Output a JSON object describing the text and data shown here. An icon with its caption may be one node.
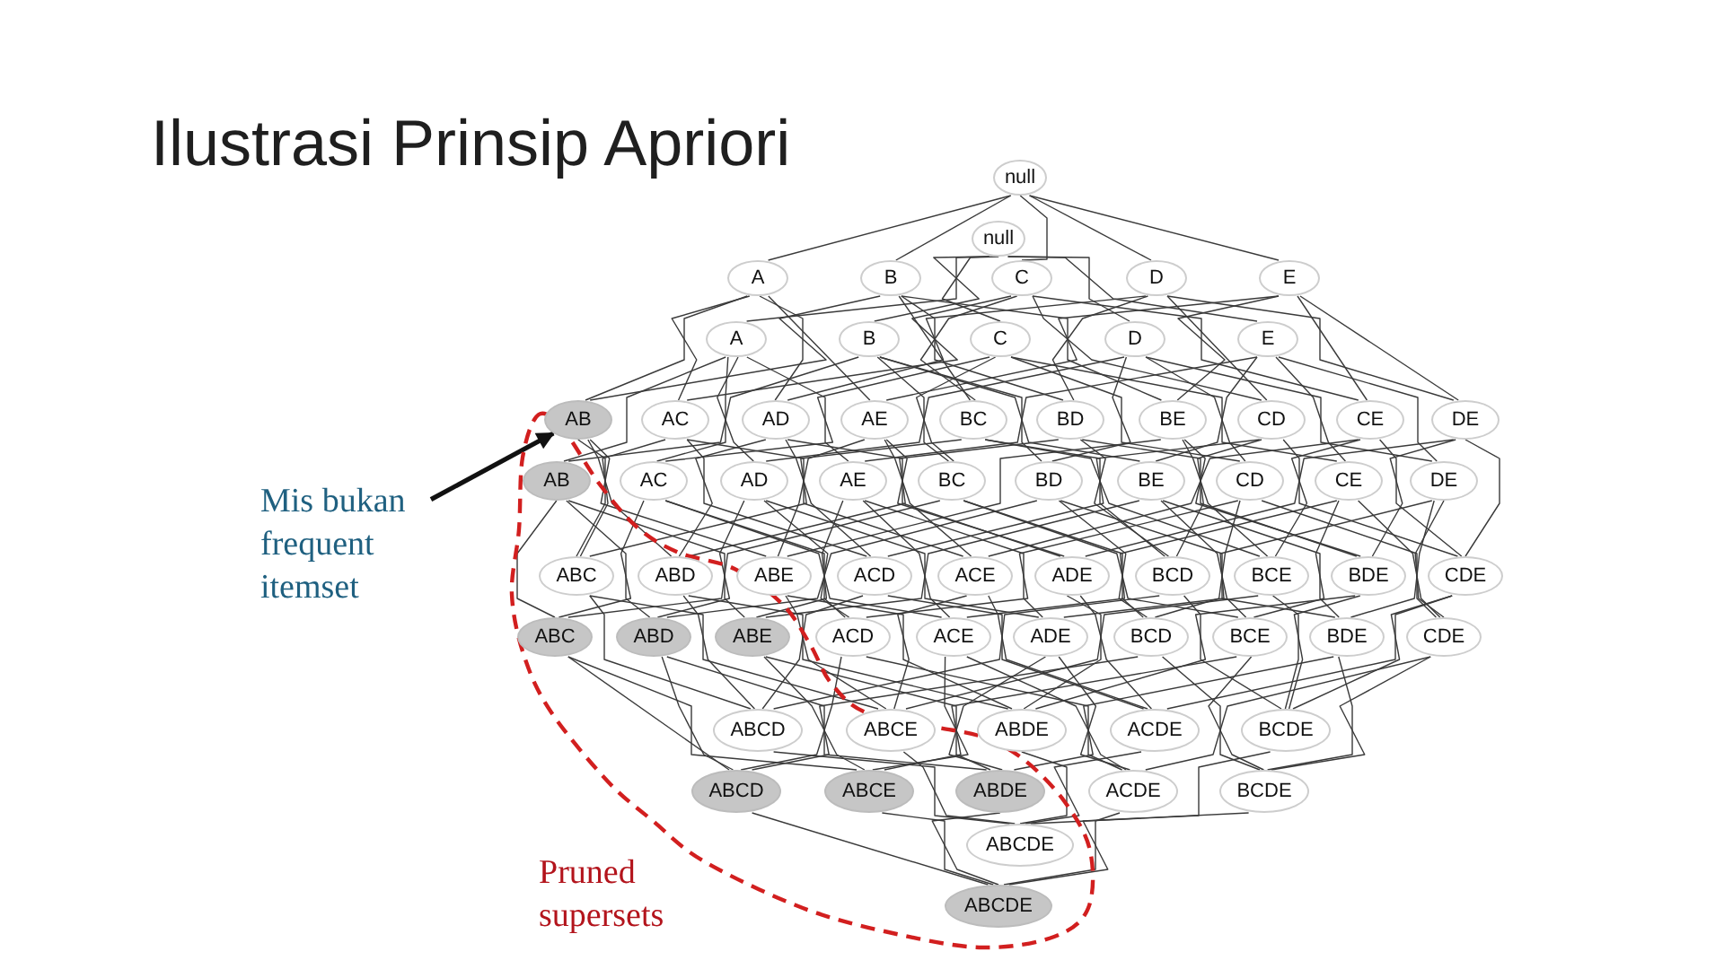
{
  "diagram": {
    "title": "Ilustrasi Prinsip Apriori",
    "nodes": [
      {
        "text": [
          "null"
        ]
      },
      {
        "text": [
          "A"
        ]
      },
      {
        "text": [
          "B"
        ]
      },
      {
        "text": [
          "C"
        ]
      },
      {
        "text": [
          "D"
        ]
      },
      {
        "text": [
          "E"
        ]
      },
      {
        "text": [
          "AB"
        ]
      },
      {
        "text": [
          "AC"
        ]
      },
      {
        "text": [
          "AD"
        ]
      },
      {
        "text": [
          "AE"
        ]
      },
      {
        "text": [
          "BC"
        ]
      },
      {
        "text": [
          "BD"
        ]
      },
      {
        "text": [
          "BE"
        ]
      },
      {
        "text": [
          "CD"
        ]
      },
      {
        "text": [
          "CE"
        ]
      },
      {
        "text": [
          "DE"
        ]
      },
      {
        "text": [
          "ABC"
        ]
      },
      {
        "text": [
          "ABD"
        ]
      },
      {
        "text": [
          "ABE"
        ]
      },
      {
        "text": [
          "ACD"
        ]
      },
      {
        "text": [
          "ACE"
        ]
      },
      {
        "text": [
          "ADE"
        ]
      },
      {
        "text": [
          "BCD"
        ]
      },
      {
        "text": [
          "BCE"
        ]
      },
      {
        "text": [
          "BDE"
        ]
      },
      {
        "text": [
          "CDE"
        ]
      },
      {
        "text": [
          "ABCD"
        ]
      },
      {
        "text": [
          "ABCE"
        ]
      },
      {
        "text": [
          "ABDE"
        ]
      },
      {
        "text": [
          "ACDE"
        ]
      },
      {
        "text": [
          "BCDE"
        ]
      },
      {
        "text": [
          "ABCDE"
        ]
      },
      {
        "text": [
          "null"
        ]
      },
      {
        "text": [
          "A"
        ]
      },
      {
        "text": [
          "B"
        ]
      },
      {
        "text": [
          "C"
        ]
      },
      {
        "text": [
          "D"
        ]
      },
      {
        "text": [
          "E"
        ]
      },
      {
        "text": [
          "AB"
        ]
      },
      {
        "text": [
          "AC"
        ]
      },
      {
        "text": [
          "AD"
        ]
      },
      {
        "text": [
          "AE"
        ]
      },
      {
        "text": [
          "BC"
        ]
      },
      {
        "text": [
          "BD"
        ]
      },
      {
        "text": [
          "BE"
        ]
      },
      {
        "text": [
          "CD"
        ]
      },
      {
        "text": [
          "CE"
        ]
      },
      {
        "text": [
          "DE"
        ]
      },
      {
        "text": [
          "ABC"
        ]
      },
      {
        "text": [
          "ABD"
        ]
      },
      {
        "text": [
          "ABE"
        ]
      },
      {
        "text": [
          "ACD"
        ]
      },
      {
        "text": [
          "ACE"
        ]
      },
      {
        "text": [
          "ADE"
        ]
      },
      {
        "text": [
          "BCD"
        ]
      },
      {
        "text": [
          "BCE"
        ]
      },
      {
        "text": [
          "BDE"
        ]
      },
      {
        "text": [
          "CDE"
        ]
      },
      {
        "text": [
          "ABCD"
        ]
      },
      {
        "text": [
          "ABCE"
        ]
      },
      {
        "text": [
          "ABDE"
        ]
      },
      {
        "text": [
          "ACDE"
        ]
      },
      {
        "text": [
          "BCDE"
        ]
      },
      {
        "text": [
          "ABCDE"
        ]
      },
      {
        "text": [
          "Mis bukan frequent itemset"
        ]
      }
    ],
    "edges": [
      {
        "from": 0,
        "to": 1,
        "arrow": "none"
      },
      {
        "from": 0,
        "to": 2,
        "arrow": "none"
      },
      {
        "from": 0,
        "to": 3,
        "arrow": "none"
      },
      {
        "from": 0,
        "to": 4,
        "arrow": "none"
      },
      {
        "from": 0,
        "to": 5,
        "arrow": "none"
      },
      {
        "from": 1,
        "to": 6,
        "arrow": "none"
      },
      {
        "from": 1,
        "to": 7,
        "arrow": "none"
      },
      {
        "from": 1,
        "to": 8,
        "arrow": "none"
      },
      {
        "from": 1,
        "to": 9,
        "arrow": "none"
      },
      {
        "from": 2,
        "to": 6,
        "arrow": "none"
      },
      {
        "from": 2,
        "to": 10,
        "arrow": "none"
      },
      {
        "from": 2,
        "to": 11,
        "arrow": "none"
      },
      {
        "from": 2,
        "to": 12,
        "arrow": "none"
      },
      {
        "from": 3,
        "to": 7,
        "arrow": "none"
      },
      {
        "from": 3,
        "to": 10,
        "arrow": "none"
      },
      {
        "from": 3,
        "to": 13,
        "arrow": "none"
      },
      {
        "from": 3,
        "to": 14,
        "arrow": "none"
      },
      {
        "from": 4,
        "to": 8,
        "arrow": "none"
      },
      {
        "from": 4,
        "to": 11,
        "arrow": "none"
      },
      {
        "from": 4,
        "to": 13,
        "arrow": "none"
      },
      {
        "from": 4,
        "to": 15,
        "arrow": "none"
      },
      {
        "from": 5,
        "to": 9,
        "arrow": "none"
      },
      {
        "from": 5,
        "to": 12,
        "arrow": "none"
      },
      {
        "from": 5,
        "to": 14,
        "arrow": "none"
      },
      {
        "from": 5,
        "to": 15,
        "arrow": "none"
      },
      {
        "from": 6,
        "to": 16,
        "arrow": "none"
      },
      {
        "from": 6,
        "to": 17,
        "arrow": "none"
      },
      {
        "from": 6,
        "to": 18,
        "arrow": "none"
      },
      {
        "from": 7,
        "to": 16,
        "arrow": "none"
      },
      {
        "from": 7,
        "to": 19,
        "arrow": "none"
      },
      {
        "from": 7,
        "to": 20,
        "arrow": "none"
      },
      {
        "from": 8,
        "to": 17,
        "arrow": "none"
      },
      {
        "from": 8,
        "to": 19,
        "arrow": "none"
      },
      {
        "from": 8,
        "to": 21,
        "arrow": "none"
      },
      {
        "from": 9,
        "to": 18,
        "arrow": "none"
      },
      {
        "from": 9,
        "to": 20,
        "arrow": "none"
      },
      {
        "from": 9,
        "to": 21,
        "arrow": "none"
      },
      {
        "from": 10,
        "to": 16,
        "arrow": "none"
      },
      {
        "from": 10,
        "to": 22,
        "arrow": "none"
      },
      {
        "from": 10,
        "to": 23,
        "arrow": "none"
      },
      {
        "from": 11,
        "to": 17,
        "arrow": "none"
      },
      {
        "from": 11,
        "to": 22,
        "arrow": "none"
      },
      {
        "from": 11,
        "to": 24,
        "arrow": "none"
      },
      {
        "from": 12,
        "to": 18,
        "arrow": "none"
      },
      {
        "from": 12,
        "to": 23,
        "arrow": "none"
      },
      {
        "from": 12,
        "to": 24,
        "arrow": "none"
      },
      {
        "from": 13,
        "to": 19,
        "arrow": "none"
      },
      {
        "from": 13,
        "to": 22,
        "arrow": "none"
      },
      {
        "from": 13,
        "to": 25,
        "arrow": "none"
      },
      {
        "from": 14,
        "to": 20,
        "arrow": "none"
      },
      {
        "from": 14,
        "to": 23,
        "arrow": "none"
      },
      {
        "from": 14,
        "to": 25,
        "arrow": "none"
      },
      {
        "from": 15,
        "to": 21,
        "arrow": "none"
      },
      {
        "from": 15,
        "to": 24,
        "arrow": "none"
      },
      {
        "from": 15,
        "to": 25,
        "arrow": "none"
      },
      {
        "from": 16,
        "to": 26,
        "arrow": "none"
      },
      {
        "from": 16,
        "to": 27,
        "arrow": "none"
      },
      {
        "from": 17,
        "to": 26,
        "arrow": "none"
      },
      {
        "from": 17,
        "to": 28,
        "arrow": "none"
      },
      {
        "from": 18,
        "to": 27,
        "arrow": "none"
      },
      {
        "from": 18,
        "to": 28,
        "arrow": "none"
      },
      {
        "from": 19,
        "to": 26,
        "arrow": "none"
      },
      {
        "from": 19,
        "to": 29,
        "arrow": "none"
      },
      {
        "from": 20,
        "to": 27,
        "arrow": "none"
      },
      {
        "from": 20,
        "to": 29,
        "arrow": "none"
      },
      {
        "from": 21,
        "to": 28,
        "arrow": "none"
      },
      {
        "from": 21,
        "to": 29,
        "arrow": "none"
      },
      {
        "from": 22,
        "to": 26,
        "arrow": "none"
      },
      {
        "from": 22,
        "to": 30,
        "arrow": "none"
      },
      {
        "from": 23,
        "to": 27,
        "arrow": "none"
      },
      {
        "from": 23,
        "to": 30,
        "arrow": "none"
      },
      {
        "from": 24,
        "to": 28,
        "arrow": "none"
      },
      {
        "from": 24,
        "to": 30,
        "arrow": "none"
      },
      {
        "from": 25,
        "to": 29,
        "arrow": "none"
      },
      {
        "from": 25,
        "to": 30,
        "arrow": "none"
      },
      {
        "from": 26,
        "to": 31,
        "arrow": "none"
      },
      {
        "from": 27,
        "to": 31,
        "arrow": "none"
      },
      {
        "from": 28,
        "to": 31,
        "arrow": "none"
      },
      {
        "from": 29,
        "to": 31,
        "arrow": "none"
      },
      {
        "from": 30,
        "to": 31,
        "arrow": "none"
      },
      {
        "from": 32,
        "to": 33,
        "arrow": "none"
      },
      {
        "from": 32,
        "to": 34,
        "arrow": "none"
      },
      {
        "from": 32,
        "to": 35,
        "arrow": "none"
      },
      {
        "from": 32,
        "to": 36,
        "arrow": "none"
      },
      {
        "from": 32,
        "to": 37,
        "arrow": "none"
      },
      {
        "from": 33,
        "to": 38,
        "arrow": "none"
      },
      {
        "from": 33,
        "to": 39,
        "arrow": "none"
      },
      {
        "from": 33,
        "to": 40,
        "arrow": "none"
      },
      {
        "from": 33,
        "to": 41,
        "arrow": "none"
      },
      {
        "from": 34,
        "to": 38,
        "arrow": "none"
      },
      {
        "from": 34,
        "to": 42,
        "arrow": "none"
      },
      {
        "from": 34,
        "to": 43,
        "arrow": "none"
      },
      {
        "from": 34,
        "to": 44,
        "arrow": "none"
      },
      {
        "from": 35,
        "to": 39,
        "arrow": "none"
      },
      {
        "from": 35,
        "to": 42,
        "arrow": "none"
      },
      {
        "from": 35,
        "to": 45,
        "arrow": "none"
      },
      {
        "from": 35,
        "to": 46,
        "arrow": "none"
      },
      {
        "from": 36,
        "to": 40,
        "arrow": "none"
      },
      {
        "from": 36,
        "to": 43,
        "arrow": "none"
      },
      {
        "from": 36,
        "to": 45,
        "arrow": "none"
      },
      {
        "from": 36,
        "to": 47,
        "arrow": "none"
      },
      {
        "from": 37,
        "to": 41,
        "arrow": "none"
      },
      {
        "from": 37,
        "to": 44,
        "arrow": "none"
      },
      {
        "from": 37,
        "to": 46,
        "arrow": "none"
      },
      {
        "from": 37,
        "to": 47,
        "arrow": "none"
      },
      {
        "from": 38,
        "to": 48,
        "arrow": "none"
      },
      {
        "from": 38,
        "to": 49,
        "arrow": "none"
      },
      {
        "from": 38,
        "to": 50,
        "arrow": "none"
      },
      {
        "from": 39,
        "to": 48,
        "arrow": "none"
      },
      {
        "from": 39,
        "to": 51,
        "arrow": "none"
      },
      {
        "from": 39,
        "to": 52,
        "arrow": "none"
      },
      {
        "from": 40,
        "to": 49,
        "arrow": "none"
      },
      {
        "from": 40,
        "to": 51,
        "arrow": "none"
      },
      {
        "from": 40,
        "to": 53,
        "arrow": "none"
      },
      {
        "from": 41,
        "to": 50,
        "arrow": "none"
      },
      {
        "from": 41,
        "to": 52,
        "arrow": "none"
      },
      {
        "from": 41,
        "to": 53,
        "arrow": "none"
      },
      {
        "from": 42,
        "to": 48,
        "arrow": "none"
      },
      {
        "from": 42,
        "to": 54,
        "arrow": "none"
      },
      {
        "from": 42,
        "to": 55,
        "arrow": "none"
      },
      {
        "from": 43,
        "to": 49,
        "arrow": "none"
      },
      {
        "from": 43,
        "to": 54,
        "arrow": "none"
      },
      {
        "from": 43,
        "to": 56,
        "arrow": "none"
      },
      {
        "from": 44,
        "to": 50,
        "arrow": "none"
      },
      {
        "from": 44,
        "to": 55,
        "arrow": "none"
      },
      {
        "from": 44,
        "to": 56,
        "arrow": "none"
      },
      {
        "from": 45,
        "to": 51,
        "arrow": "none"
      },
      {
        "from": 45,
        "to": 54,
        "arrow": "none"
      },
      {
        "from": 45,
        "to": 57,
        "arrow": "none"
      },
      {
        "from": 46,
        "to": 52,
        "arrow": "none"
      },
      {
        "from": 46,
        "to": 55,
        "arrow": "none"
      },
      {
        "from": 46,
        "to": 57,
        "arrow": "none"
      },
      {
        "from": 47,
        "to": 53,
        "arrow": "none"
      },
      {
        "from": 47,
        "to": 56,
        "arrow": "none"
      },
      {
        "from": 47,
        "to": 57,
        "arrow": "none"
      },
      {
        "from": 48,
        "to": 58,
        "arrow": "none"
      },
      {
        "from": 48,
        "to": 59,
        "arrow": "none"
      },
      {
        "from": 49,
        "to": 58,
        "arrow": "none"
      },
      {
        "from": 49,
        "to": 60,
        "arrow": "none"
      },
      {
        "from": 50,
        "to": 59,
        "arrow": "none"
      },
      {
        "from": 50,
        "to": 60,
        "arrow": "none"
      },
      {
        "from": 51,
        "to": 58,
        "arrow": "none"
      },
      {
        "from": 51,
        "to": 61,
        "arrow": "none"
      },
      {
        "from": 52,
        "to": 59,
        "arrow": "none"
      },
      {
        "from": 52,
        "to": 61,
        "arrow": "none"
      },
      {
        "from": 53,
        "to": 60,
        "arrow": "none"
      },
      {
        "from": 53,
        "to": 61,
        "arrow": "none"
      },
      {
        "from": 54,
        "to": 58,
        "arrow": "none"
      },
      {
        "from": 54,
        "to": 62,
        "arrow": "none"
      },
      {
        "from": 55,
        "to": 59,
        "arrow": "none"
      },
      {
        "from": 55,
        "to": 62,
        "arrow": "none"
      },
      {
        "from": 56,
        "to": 60,
        "arrow": "none"
      },
      {
        "from": 56,
        "to": 62,
        "arrow": "none"
      },
      {
        "from": 57,
        "to": 61,
        "arrow": "none"
      },
      {
        "from": 57,
        "to": 62,
        "arrow": "none"
      },
      {
        "from": 58,
        "to": 63,
        "arrow": "none"
      },
      {
        "from": 59,
        "to": 63,
        "arrow": "none"
      },
      {
        "from": 60,
        "to": 63,
        "arrow": "none"
      },
      {
        "from": 61,
        "to": 63,
        "arrow": "none"
      },
      {
        "from": 62,
        "to": 63,
        "arrow": "none"
      },
      {
        "from": 64,
        "to": 6,
        "arrow": "to",
        "style": "thick"
      }
    ],
    "labels": [
      "Pruned supersets"
    ]
  }
}
